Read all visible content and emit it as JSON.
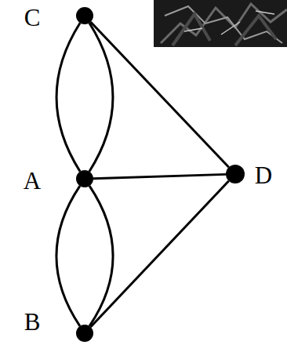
{
  "diagram": {
    "nodes": [
      {
        "text": [
          "C"
        ]
      },
      {
        "text": [
          "A"
        ]
      },
      {
        "text": [
          "D"
        ]
      },
      {
        "text": [
          "B"
        ]
      }
    ],
    "edges": [
      {
        "from": 0,
        "to": 1,
        "arrow": "none"
      },
      {
        "from": 0,
        "to": 1,
        "arrow": "none"
      },
      {
        "from": 1,
        "to": 3,
        "arrow": "none"
      },
      {
        "from": 1,
        "to": 3,
        "arrow": "none"
      },
      {
        "from": 1,
        "to": 2,
        "arrow": "none"
      },
      {
        "from": 0,
        "to": 2,
        "arrow": "none"
      },
      {
        "from": 3,
        "to": 2,
        "arrow": "none"
      }
    ]
  }
}
